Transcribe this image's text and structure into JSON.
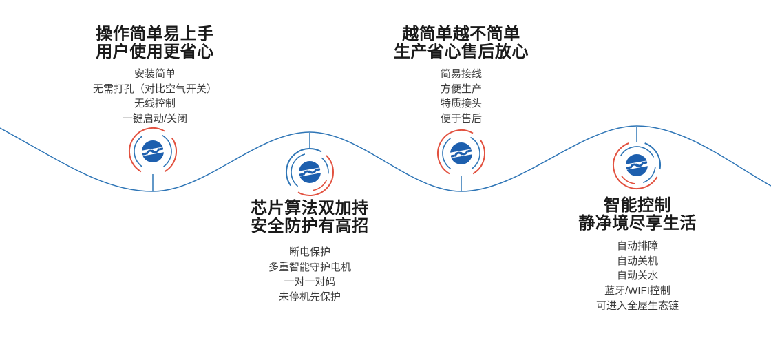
{
  "page": {
    "background": "#ffffff",
    "description_icon": "brand-wave-icon"
  },
  "colors": {
    "wave_blue": "#2e75b6",
    "arc_red": "#e2513f",
    "icon_blue": "#1d5fae",
    "heading_text": "#1a1a1a",
    "item_text": "#3b3b3b"
  },
  "sections": [
    {
      "heading_line1": "操作简单易上手",
      "heading_line2": "用户使用更省心",
      "items": [
        "安装简单",
        "无需打孔（对比空气开关）",
        "无线控制",
        "一键启动/关闭"
      ]
    },
    {
      "heading_line1": "芯片算法双加持",
      "heading_line2": "安全防护有高招",
      "items": [
        "断电保护",
        "多重智能守护电机",
        "一对一对码",
        "未停机先保护"
      ]
    },
    {
      "heading_line1": "越简单越不简单",
      "heading_line2": "生产省心售后放心",
      "items": [
        "简易接线",
        "方便生产",
        "特质接头",
        "便于售后"
      ]
    },
    {
      "heading_line1": "智能控制",
      "heading_line2": "静净境尽享生活",
      "items": [
        "自动排障",
        "自动关机",
        "自动关水",
        "蓝牙/WIFI控制",
        "可进入全屋生态链"
      ]
    }
  ]
}
